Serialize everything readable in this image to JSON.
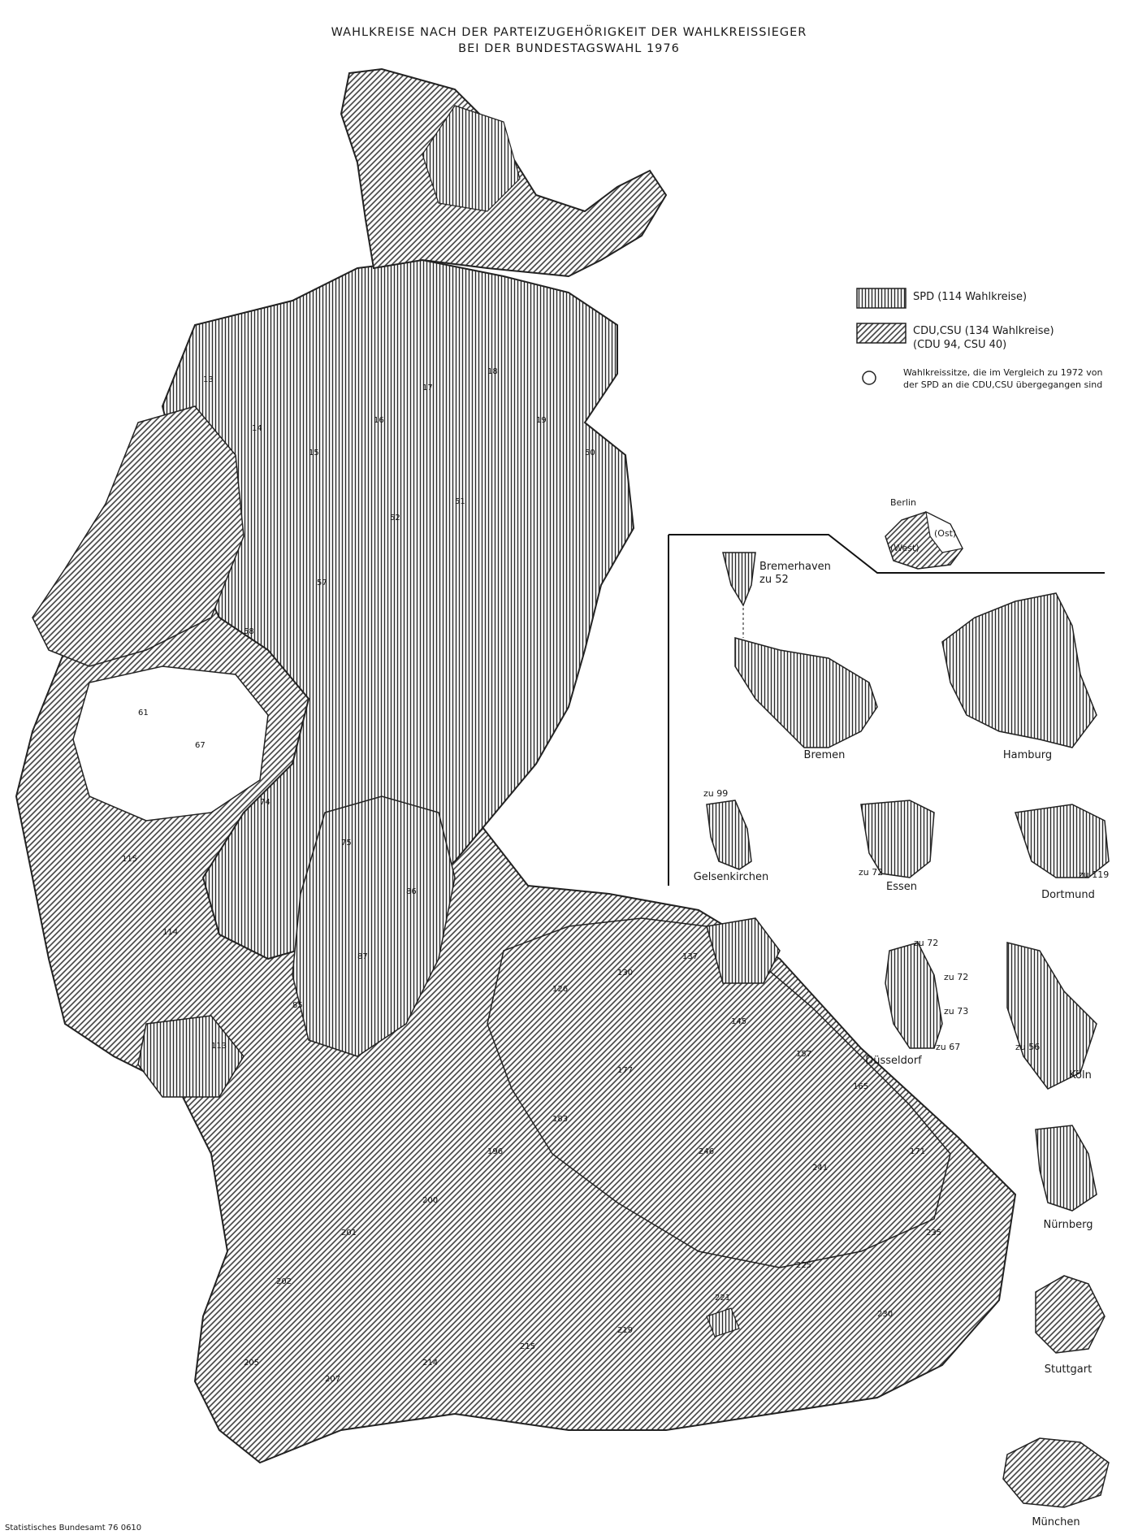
{
  "title": {
    "line1": "WAHLKREISE NACH DER PARTEIZUGEHÖRIGKEIT DER WAHLKREISSIEGER",
    "line2": "BEI DER BUNDESTAGSWAHL 1976"
  },
  "legend": {
    "spd": "SPD (114 Wahlkreise)",
    "cdu": "CDU,CSU (134 Wahlkreise)",
    "cdu_sub": "(CDU 94, CSU 40)",
    "circle_line1": "Wahlkreissitze, die im Vergleich zu 1972 von",
    "circle_line2": "der SPD an die CDU,CSU übergegangen sind"
  },
  "colors": {
    "spd_hatch": "#2a2a2a",
    "cdu_hatch": "#3a3a3a",
    "border": "#222222"
  },
  "berlin": {
    "name": "Berlin",
    "east": "(Ost)",
    "west": "(West)"
  },
  "insets": {
    "bremerhaven": "Bremerhaven",
    "bremerhaven_ref": "zu 52",
    "bremen": "Bremen",
    "hamburg": "Hamburg",
    "gelsenkirchen": "Gelsenkirchen",
    "gelsenkirchen_ref": "zu 99",
    "essen": "Essen",
    "essen_ref": "zu 72",
    "dortmund": "Dortmund",
    "dortmund_ref": "zu 119",
    "duesseldorf": "Düsseldorf",
    "duesseldorf_ref1": "zu 72",
    "duesseldorf_ref2": "zu 72",
    "duesseldorf_ref3": "zu 73",
    "duesseldorf_ref4": "zu 67",
    "koeln": "Köln",
    "koeln_ref": "zu 56",
    "nuernberg": "Nürnberg",
    "stuttgart": "Stuttgart",
    "muenchen": "München"
  },
  "district_labels": [
    "13",
    "14",
    "15",
    "16",
    "17",
    "18",
    "19",
    "50",
    "51",
    "52",
    "57",
    "58",
    "61",
    "67",
    "74",
    "75",
    "86",
    "87",
    "85",
    "113",
    "114",
    "115",
    "126",
    "130",
    "137",
    "145",
    "157",
    "165",
    "171",
    "177",
    "183",
    "196",
    "200",
    "201",
    "202",
    "205",
    "207",
    "214",
    "215",
    "219",
    "221",
    "225",
    "230",
    "235",
    "241",
    "246"
  ],
  "footer": "Statistisches Bundesamt 76 0610"
}
